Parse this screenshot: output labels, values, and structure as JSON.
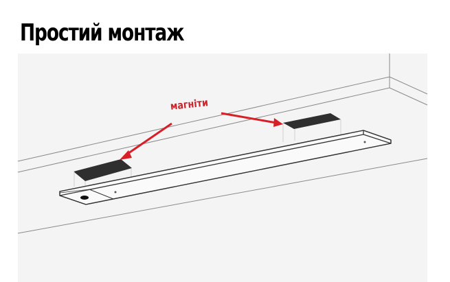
{
  "title": "Простий монтаж",
  "illustration": {
    "callout_label": "магніти",
    "callout_color": "#d61f26",
    "magnet_color": "#2f2f2f",
    "background_color": "#f4f4f4",
    "icons": [
      "arrow-left-magnet",
      "arrow-right-magnet",
      "magnet-left",
      "magnet-right",
      "led-lamp-bar",
      "cabinet-shelf"
    ]
  }
}
